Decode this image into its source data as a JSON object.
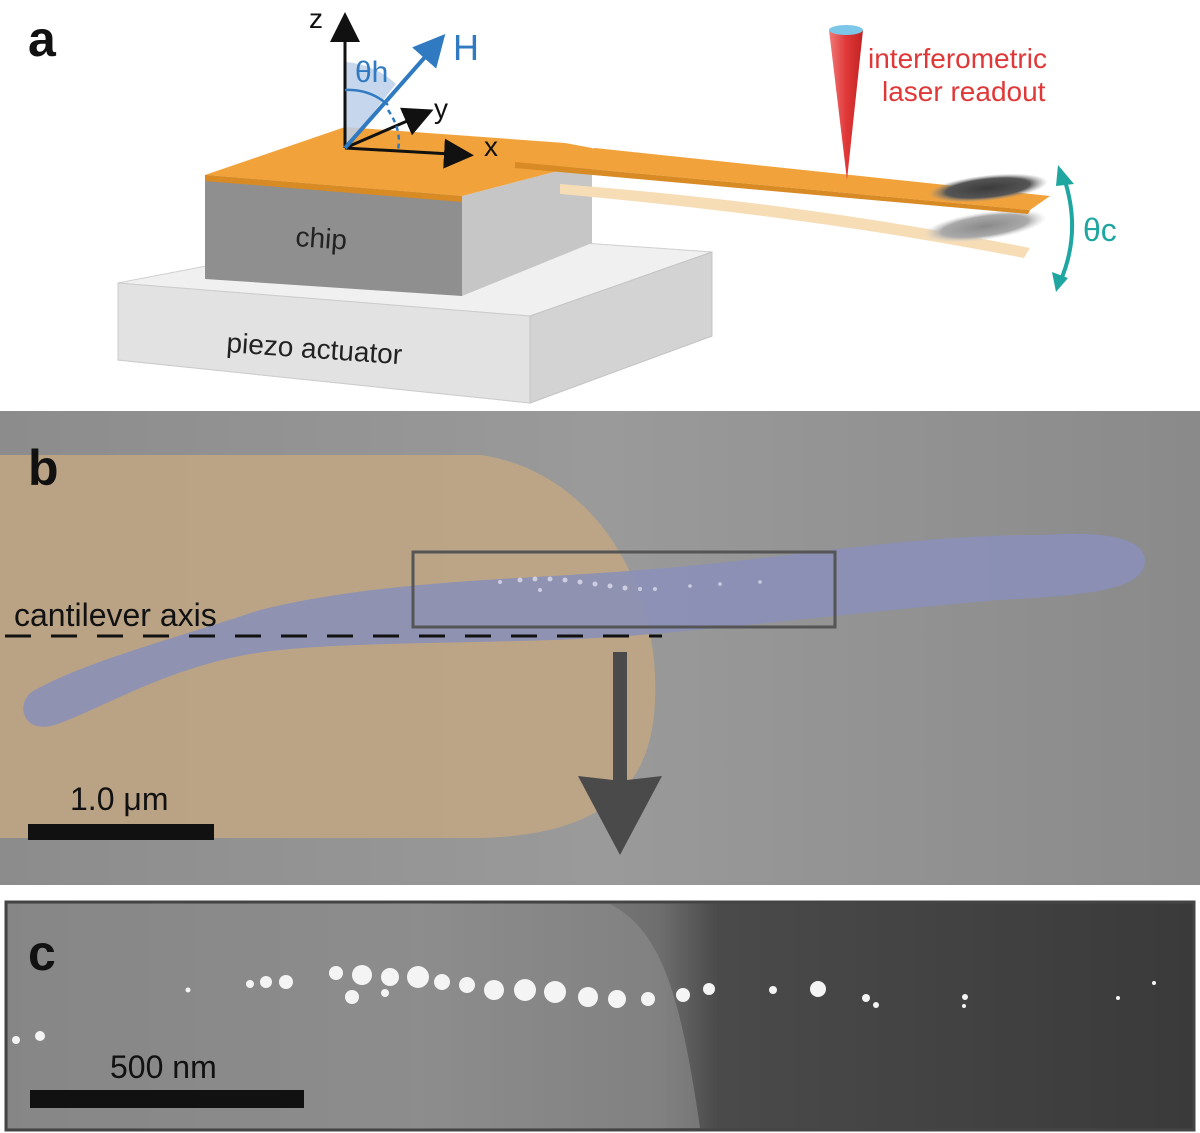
{
  "panels": {
    "a": {
      "letter": "a",
      "axes": {
        "z": "z",
        "x": "x",
        "y": "y"
      },
      "field_label": "H",
      "theta_h": "θh",
      "theta_c": "θc",
      "laser_line1": "interferometric",
      "laser_line2": "laser readout",
      "chip_label": "chip",
      "piezo_label": "piezo actuator"
    },
    "b": {
      "letter": "b",
      "axis_label": "cantilever axis",
      "scale_label": "1.0 μm"
    },
    "c": {
      "letter": "c",
      "scale_label": "500 nm"
    }
  },
  "colors": {
    "gold": "#f2a23a",
    "gold_light": "#f6ddb6",
    "field_blue": "#2f7ac0",
    "laser_red": "#e03838",
    "teal": "#1fa6a0",
    "panel_b_bg": "#8a8a8a",
    "tube_overlay": "#8a8fb8",
    "gold_overlay": "#c2a784"
  }
}
